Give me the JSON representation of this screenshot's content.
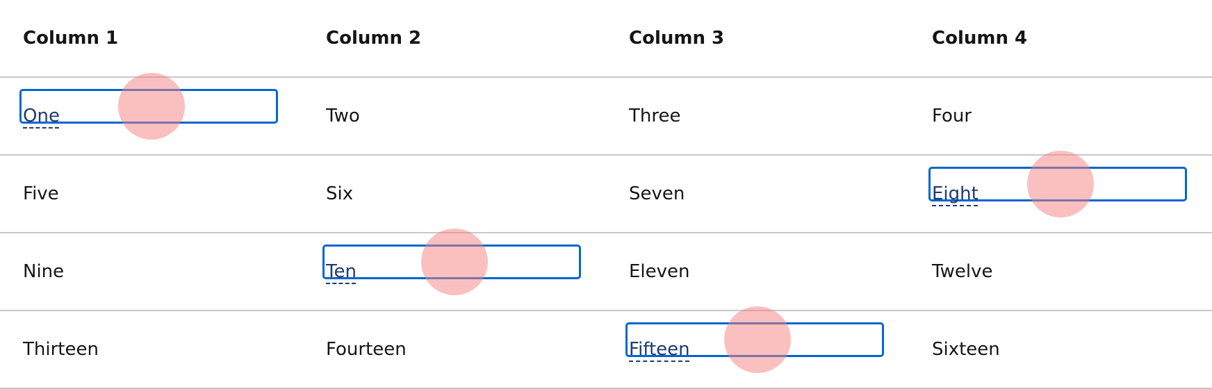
{
  "headers": [
    "Column 1",
    "Column 2",
    "Column 3",
    "Column 4"
  ],
  "rows": [
    [
      "One",
      "Two",
      "Three",
      "Four"
    ],
    [
      "Five",
      "Six",
      "Seven",
      "Eight"
    ],
    [
      "Nine",
      "Ten",
      "Eleven",
      "Twelve"
    ],
    [
      "Thirteen",
      "Fourteen",
      "Fifteen",
      "Sixteen"
    ]
  ],
  "focused_cells": [
    [
      0,
      0
    ],
    [
      1,
      3
    ],
    [
      2,
      1
    ],
    [
      3,
      2
    ]
  ],
  "colors": {
    "focus_border": "#0066cc",
    "link_text": "#1f3a6e",
    "click_marker": "#f68282",
    "divider": "#c7c7c7"
  }
}
